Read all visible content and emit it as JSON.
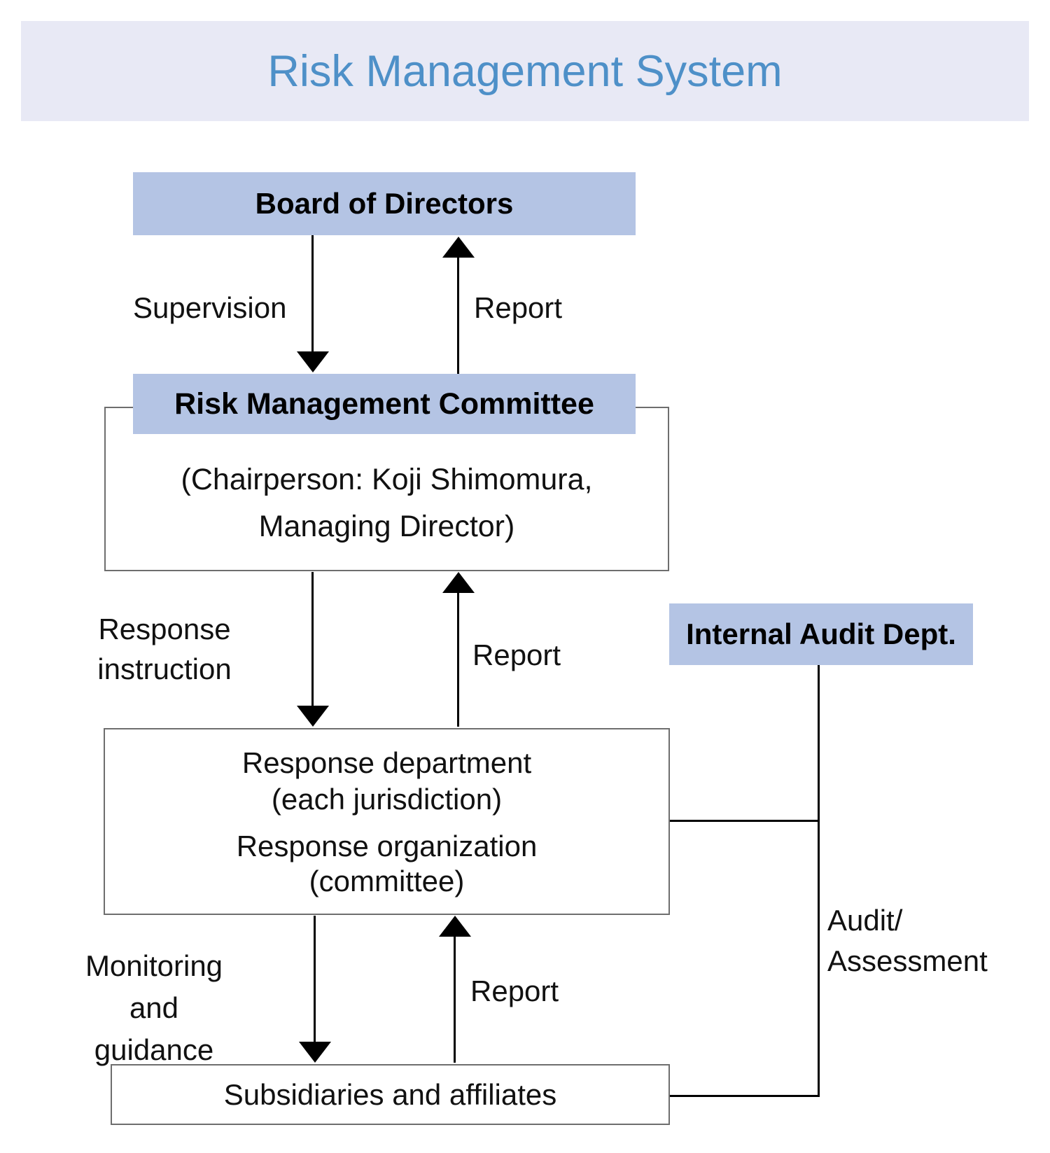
{
  "title": {
    "text": "Risk Management System"
  },
  "colors": {
    "title_bg": "#E8E9F5",
    "title_text": "#4E90C8",
    "node_fill": "#B4C4E4",
    "node_border": "#6E6E6E",
    "line": "#000000"
  },
  "nodes": {
    "board": {
      "label": "Board of Directors"
    },
    "committee": {
      "label": "Risk Management Committee",
      "sub_line1": "(Chairperson: Koji Shimomura,",
      "sub_line2": "Managing Director)"
    },
    "internal_audit": {
      "label": "Internal Audit Dept."
    },
    "response": {
      "line1": "Response department",
      "line2": "(each jurisdiction)",
      "line3": "Response organization",
      "line4": "(committee)"
    },
    "subsidiaries": {
      "label": "Subsidiaries and affiliates"
    }
  },
  "edge_labels": {
    "supervision": "Supervision",
    "report_top": "Report",
    "response_instruction_line1": "Response",
    "response_instruction_line2": "instruction",
    "report_middle": "Report",
    "monitoring_line1": "Monitoring",
    "monitoring_line2": "and guidance",
    "report_bottom": "Report",
    "audit_line1": "Audit/",
    "audit_line2": "Assessment"
  }
}
